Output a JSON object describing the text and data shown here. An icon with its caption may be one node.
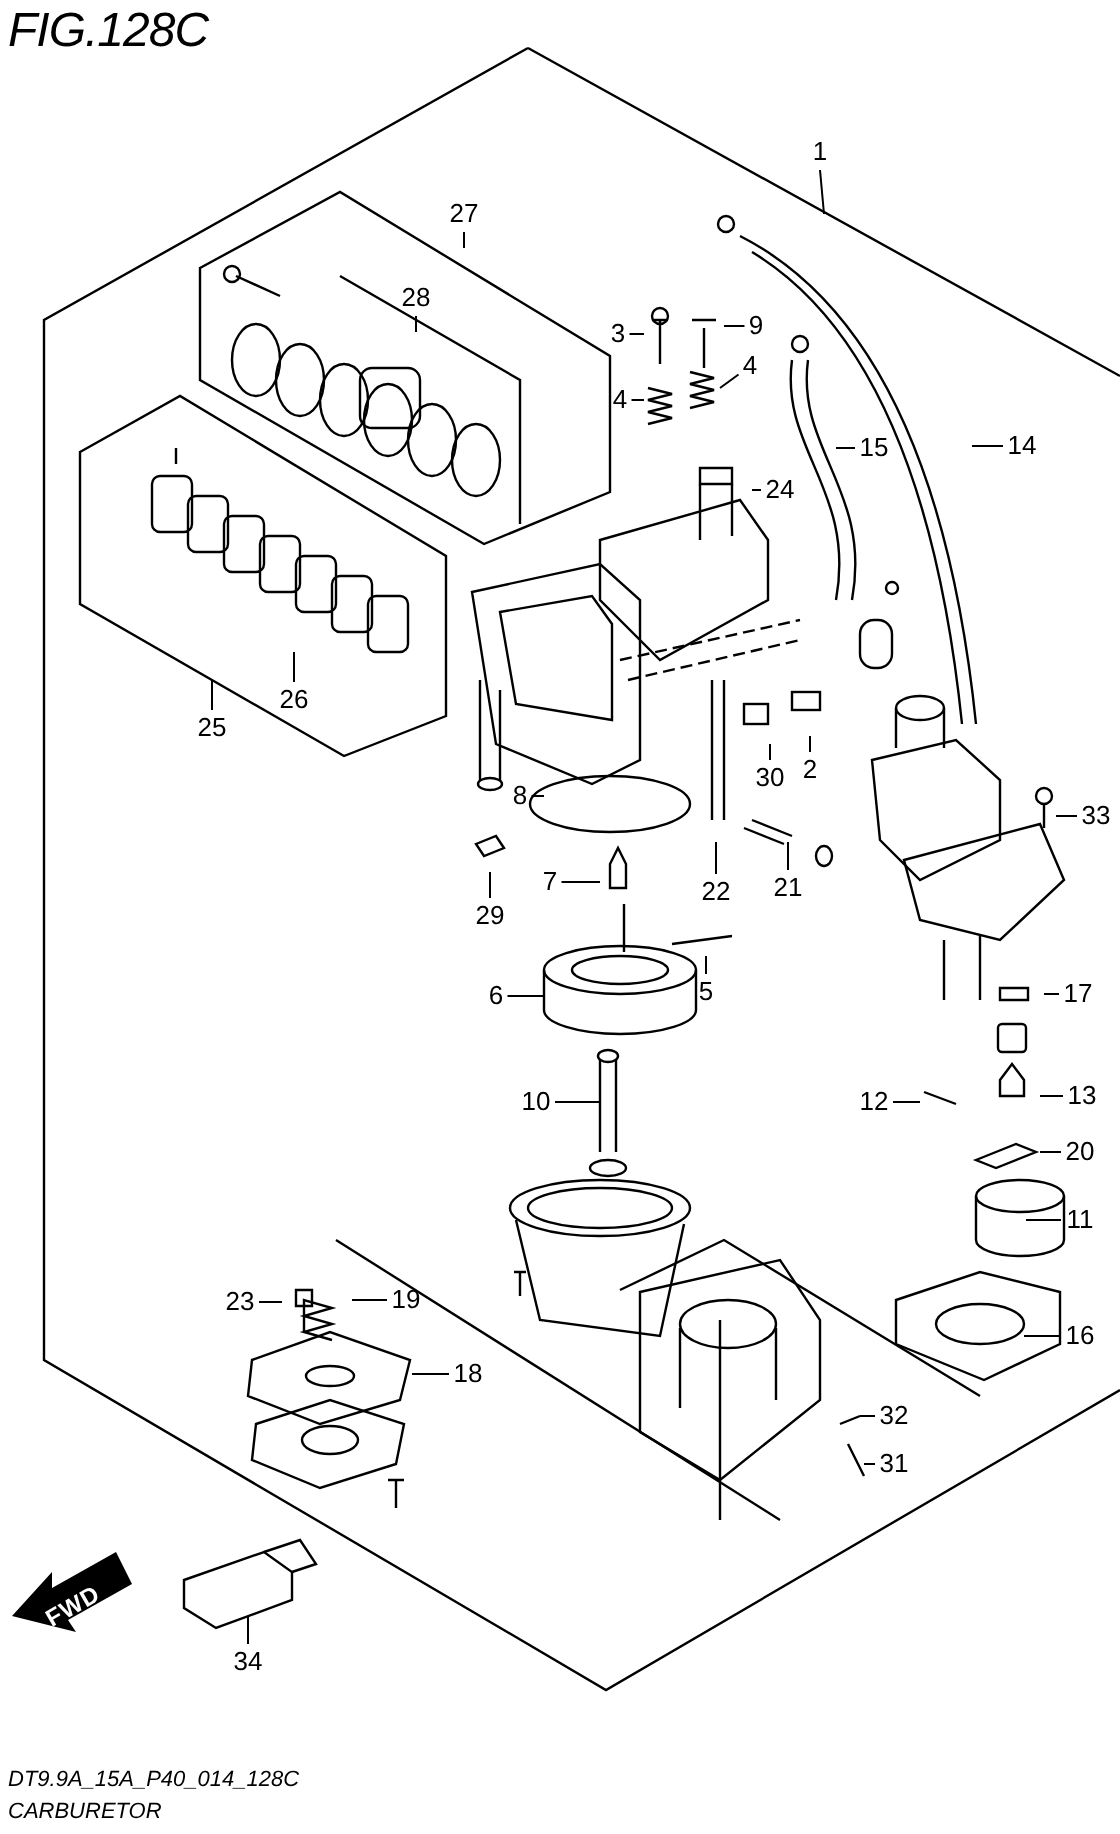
{
  "diagram": {
    "title": "FIG.128C",
    "caption": "CARBURETOR",
    "nodes": [
      {
        "text": [
          "1"
        ]
      },
      {
        "text": [
          "27"
        ]
      },
      {
        "text": [
          "28"
        ]
      },
      {
        "text": [
          "3"
        ]
      },
      {
        "text": [
          "9"
        ]
      },
      {
        "text": [
          "4"
        ]
      },
      {
        "text": [
          "4"
        ]
      },
      {
        "text": [
          "15"
        ]
      },
      {
        "text": [
          "14"
        ]
      },
      {
        "text": [
          "24"
        ]
      },
      {
        "text": [
          "26"
        ]
      },
      {
        "text": [
          "25"
        ]
      },
      {
        "text": [
          "2"
        ]
      },
      {
        "text": [
          "30"
        ]
      },
      {
        "text": [
          "8"
        ]
      },
      {
        "text": [
          "33"
        ]
      },
      {
        "text": [
          "29"
        ]
      },
      {
        "text": [
          "7"
        ]
      },
      {
        "text": [
          "22"
        ]
      },
      {
        "text": [
          "21"
        ]
      },
      {
        "text": [
          "5"
        ]
      },
      {
        "text": [
          "6"
        ]
      },
      {
        "text": [
          "17"
        ]
      },
      {
        "text": [
          "10"
        ]
      },
      {
        "text": [
          "12"
        ]
      },
      {
        "text": [
          "13"
        ]
      },
      {
        "text": [
          "20"
        ]
      },
      {
        "text": [
          "11"
        ]
      },
      {
        "text": [
          "23"
        ]
      },
      {
        "text": [
          "19"
        ]
      },
      {
        "text": [
          "16"
        ]
      },
      {
        "text": [
          "18"
        ]
      },
      {
        "text": [
          "32"
        ]
      },
      {
        "text": [
          "31"
        ]
      },
      {
        "text": [
          "34"
        ]
      }
    ],
    "edges": [
      {
        "from": 0,
        "to": null,
        "arrow": "none"
      },
      {
        "from": 1,
        "to": null,
        "arrow": "none"
      },
      {
        "from": 2,
        "to": null,
        "arrow": "none"
      },
      {
        "from": 3,
        "to": null,
        "arrow": "none"
      },
      {
        "from": 4,
        "to": null,
        "arrow": "none"
      },
      {
        "from": 5,
        "to": null,
        "arrow": "none"
      },
      {
        "from": 6,
        "to": null,
        "arrow": "none"
      },
      {
        "from": 7,
        "to": null,
        "arrow": "none"
      },
      {
        "from": 8,
        "to": null,
        "arrow": "none"
      },
      {
        "from": 9,
        "to": null,
        "arrow": "none"
      },
      {
        "from": 10,
        "to": null,
        "arrow": "none"
      },
      {
        "from": 11,
        "to": null,
        "arrow": "none"
      },
      {
        "from": 12,
        "to": null,
        "arrow": "none"
      },
      {
        "from": 13,
        "to": null,
        "arrow": "none"
      },
      {
        "from": 14,
        "to": null,
        "arrow": "none"
      },
      {
        "from": 15,
        "to": null,
        "arrow": "none"
      },
      {
        "from": 16,
        "to": null,
        "arrow": "none"
      },
      {
        "from": 17,
        "to": null,
        "arrow": "none"
      },
      {
        "from": 18,
        "to": null,
        "arrow": "none"
      },
      {
        "from": 19,
        "to": null,
        "arrow": "none"
      },
      {
        "from": 20,
        "to": null,
        "arrow": "none"
      },
      {
        "from": 21,
        "to": null,
        "arrow": "none"
      },
      {
        "from": 22,
        "to": null,
        "arrow": "none"
      },
      {
        "from": 23,
        "to": null,
        "arrow": "none"
      },
      {
        "from": 24,
        "to": null,
        "arrow": "none"
      },
      {
        "from": 25,
        "to": null,
        "arrow": "none"
      },
      {
        "from": 26,
        "to": null,
        "arrow": "none"
      },
      {
        "from": 27,
        "to": null,
        "arrow": "none"
      },
      {
        "from": 28,
        "to": null,
        "arrow": "none"
      },
      {
        "from": 29,
        "to": null,
        "arrow": "none"
      },
      {
        "from": 30,
        "to": null,
        "arrow": "none"
      },
      {
        "from": 31,
        "to": null,
        "arrow": "none"
      },
      {
        "from": 32,
        "to": null,
        "arrow": "none"
      },
      {
        "from": 33,
        "to": null,
        "arrow": "none"
      },
      {
        "from": 34,
        "to": null,
        "arrow": "none"
      }
    ],
    "labels": [
      "FWD",
      "DT9.9A_15A_P40_014_128C"
    ]
  }
}
